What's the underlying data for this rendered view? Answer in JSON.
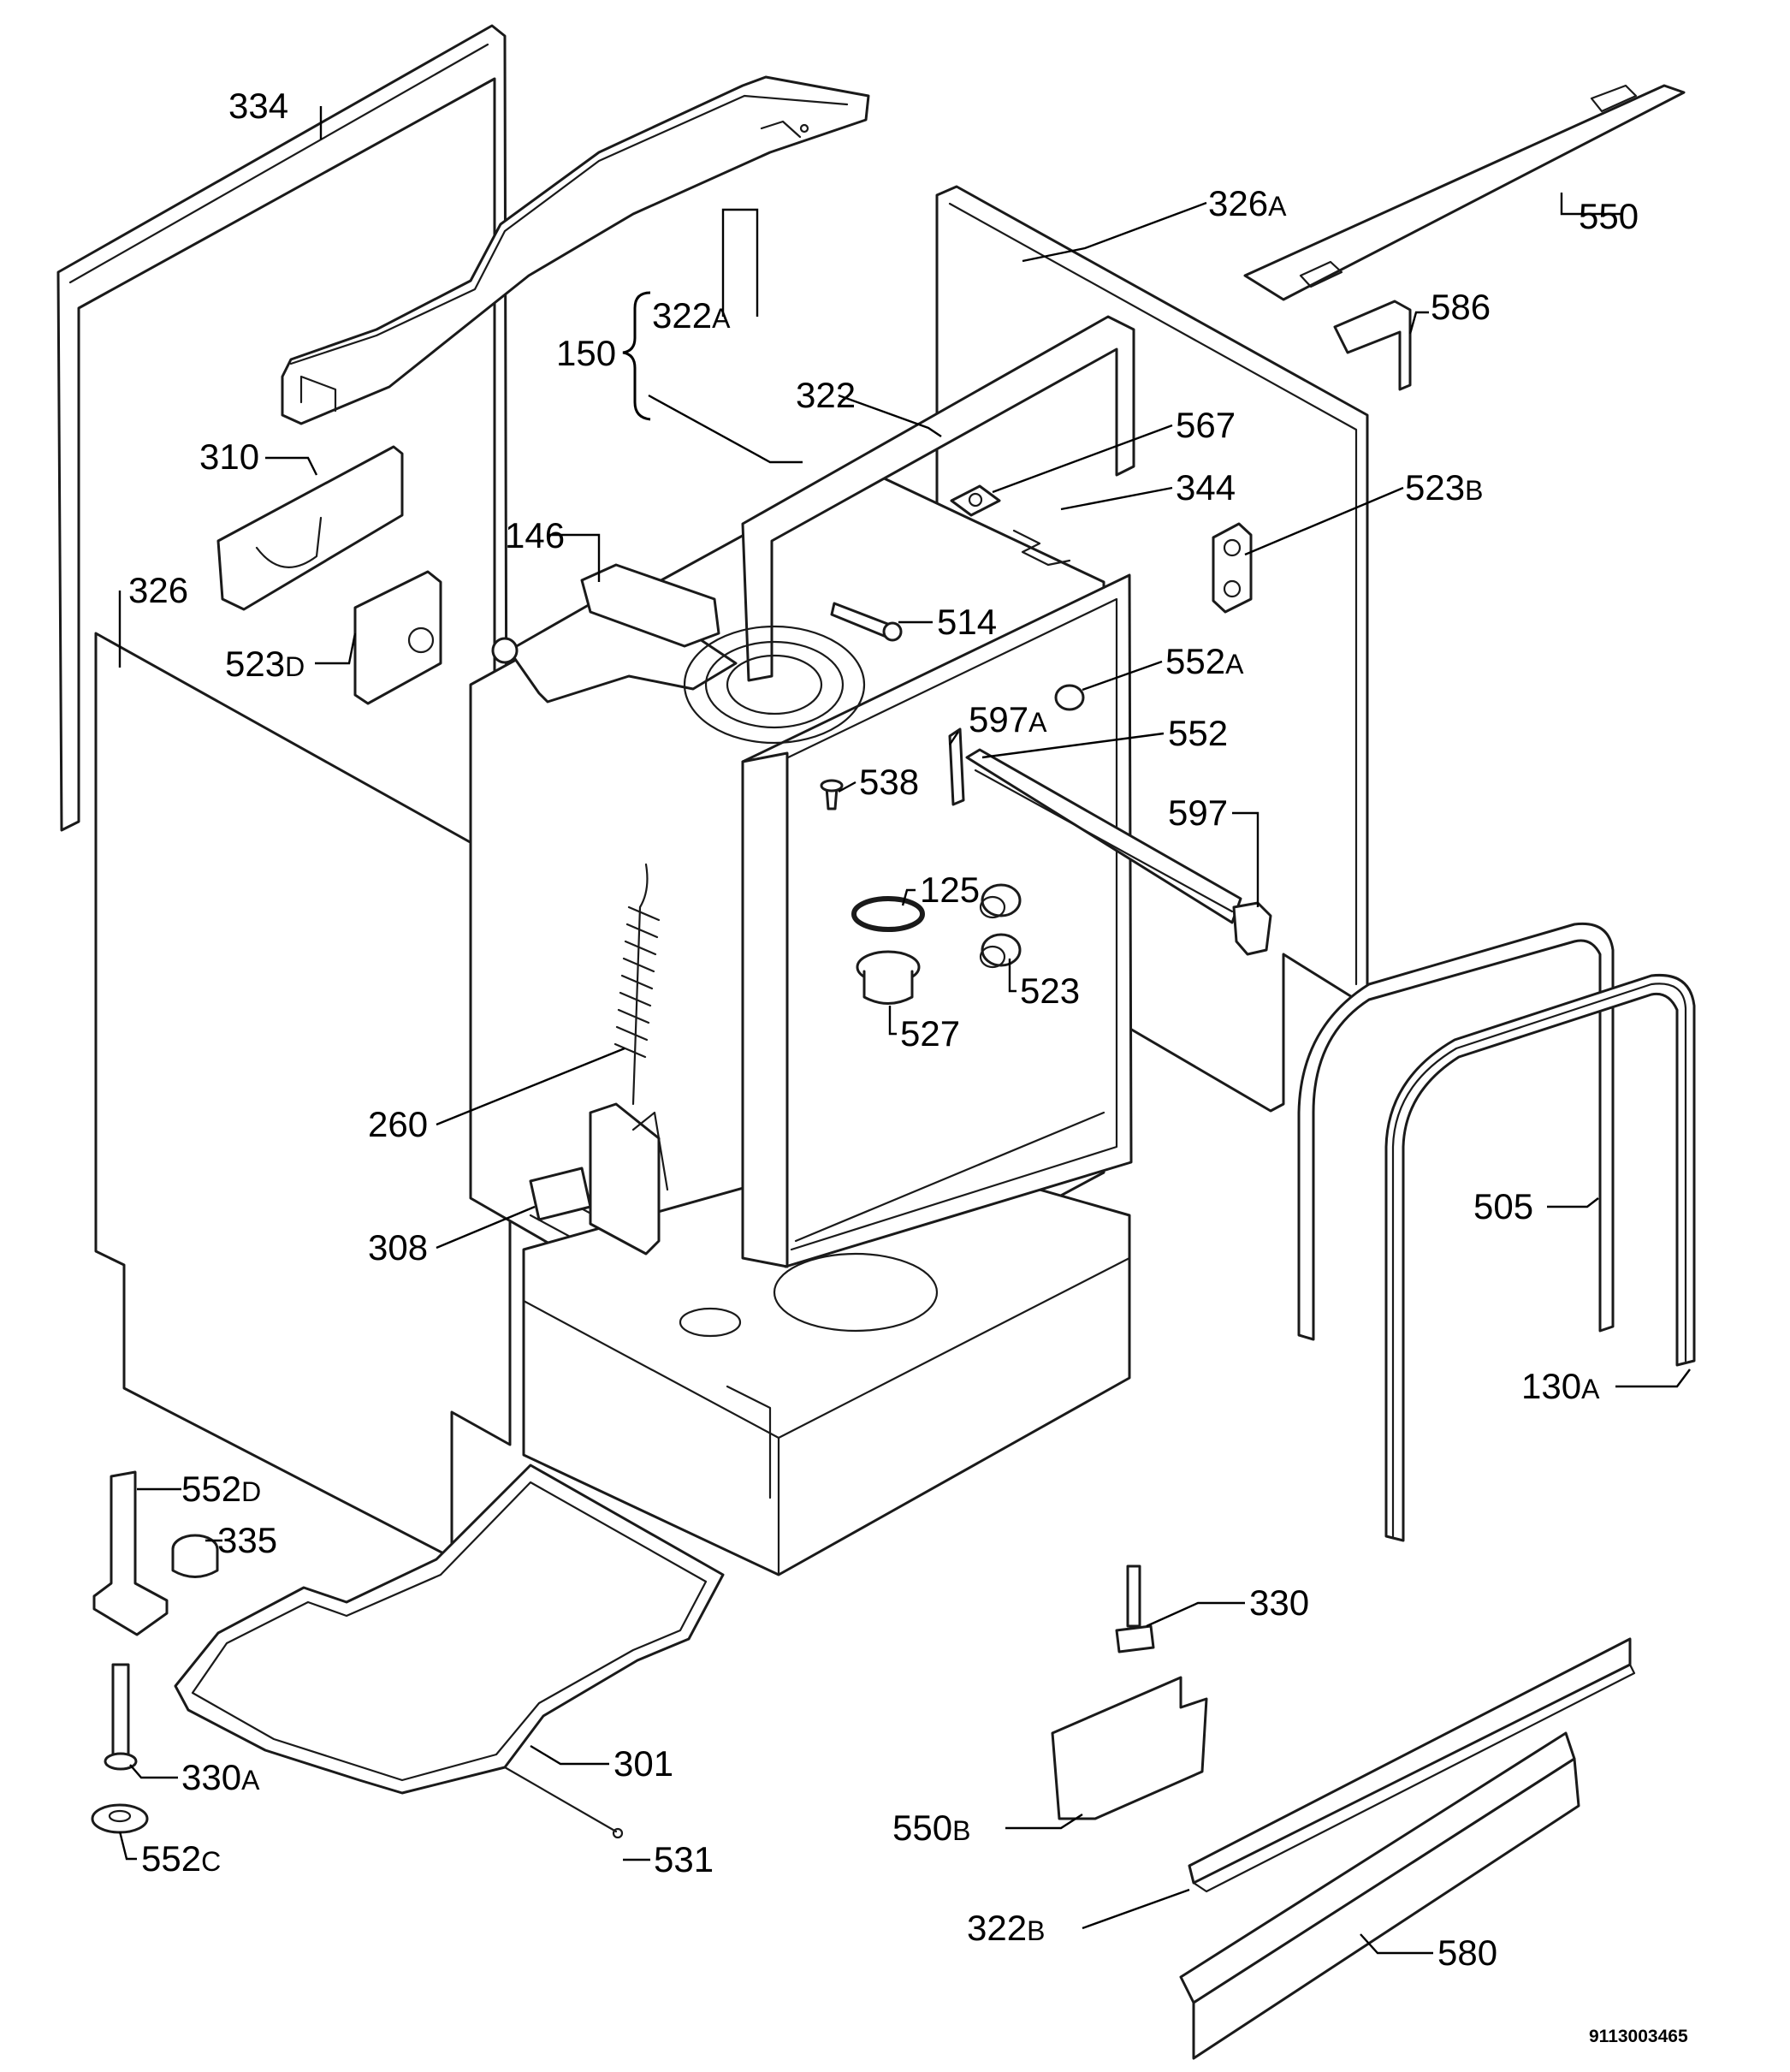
{
  "diagram": {
    "drawing_number": "9113003465",
    "labels": {
      "l334": {
        "num": "334",
        "suffix": ""
      },
      "l322A": {
        "num": "322",
        "suffix": "A"
      },
      "l150": {
        "num": "150",
        "suffix": ""
      },
      "l310": {
        "num": "310",
        "suffix": ""
      },
      "l326": {
        "num": "326",
        "suffix": ""
      },
      "l523D": {
        "num": "523",
        "suffix": "D"
      },
      "l146": {
        "num": "146",
        "suffix": ""
      },
      "l322": {
        "num": "322",
        "suffix": ""
      },
      "l326A": {
        "num": "326",
        "suffix": "A"
      },
      "l550": {
        "num": "550",
        "suffix": ""
      },
      "l586": {
        "num": "586",
        "suffix": ""
      },
      "l567": {
        "num": "567",
        "suffix": ""
      },
      "l344": {
        "num": "344",
        "suffix": ""
      },
      "l523B": {
        "num": "523",
        "suffix": "B"
      },
      "l514": {
        "num": "514",
        "suffix": ""
      },
      "l552A": {
        "num": "552",
        "suffix": "A"
      },
      "l597A": {
        "num": "597",
        "suffix": "A"
      },
      "l552": {
        "num": "552",
        "suffix": ""
      },
      "l538": {
        "num": "538",
        "suffix": ""
      },
      "l597": {
        "num": "597",
        "suffix": ""
      },
      "l125": {
        "num": "125",
        "suffix": ""
      },
      "l523": {
        "num": "523",
        "suffix": ""
      },
      "l527": {
        "num": "527",
        "suffix": ""
      },
      "l260": {
        "num": "260",
        "suffix": ""
      },
      "l308": {
        "num": "308",
        "suffix": ""
      },
      "l505": {
        "num": "505",
        "suffix": ""
      },
      "l130A": {
        "num": "130",
        "suffix": "A"
      },
      "l552D": {
        "num": "552",
        "suffix": "D"
      },
      "l335": {
        "num": "335",
        "suffix": ""
      },
      "l330": {
        "num": "330",
        "suffix": ""
      },
      "l330A": {
        "num": "330",
        "suffix": "A"
      },
      "l301": {
        "num": "301",
        "suffix": ""
      },
      "l552C": {
        "num": "552",
        "suffix": "C"
      },
      "l531": {
        "num": "531",
        "suffix": ""
      },
      "l550B": {
        "num": "550",
        "suffix": "B"
      },
      "l322B": {
        "num": "322",
        "suffix": "B"
      },
      "l580": {
        "num": "580",
        "suffix": ""
      }
    }
  }
}
